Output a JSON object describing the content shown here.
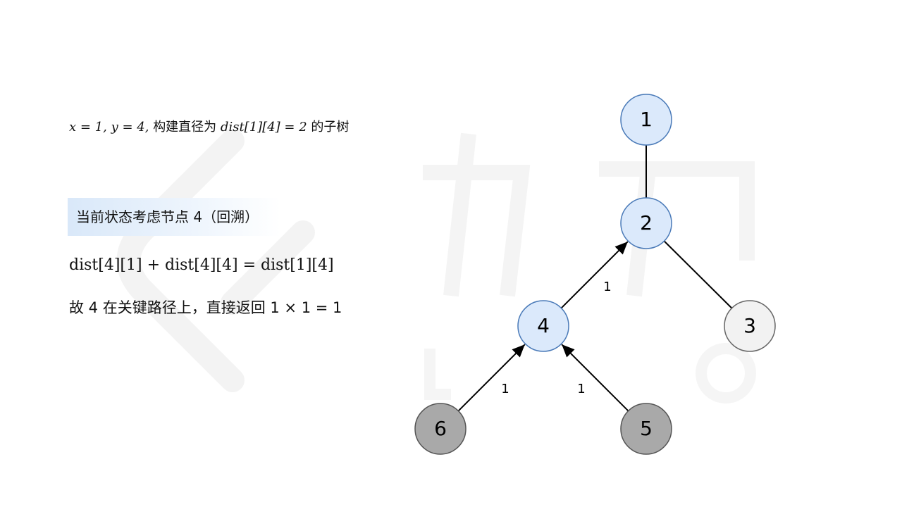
{
  "description_line": {
    "math": "x = 1, y = 4,",
    "text_a": "构建直径为",
    "math_b": "dist[1][4] = 2",
    "text_b": "的子树"
  },
  "state_label": "当前状态考虑节点 4（回溯）",
  "formula": "dist[4][1] + dist[4][4] = dist[1][4]",
  "result": "故 4 在关键路径上，直接返回 1 × 1 = 1",
  "colors": {
    "active_fill": "#dbe9fb",
    "active_stroke": "#4a7ab8",
    "default_fill": "#f2f2f2",
    "default_stroke": "#666666",
    "visited_fill": "#a9a9a9",
    "visited_stroke": "#555555"
  },
  "tree": {
    "nodes": [
      {
        "id": "1",
        "label": "1",
        "state": "active"
      },
      {
        "id": "2",
        "label": "2",
        "state": "active"
      },
      {
        "id": "3",
        "label": "3",
        "state": "default"
      },
      {
        "id": "4",
        "label": "4",
        "state": "active"
      },
      {
        "id": "5",
        "label": "5",
        "state": "visited"
      },
      {
        "id": "6",
        "label": "6",
        "state": "visited"
      }
    ],
    "edges": [
      {
        "from": "2",
        "to": "1",
        "label": "",
        "arrow": false
      },
      {
        "from": "2",
        "to": "3",
        "label": "",
        "arrow": false
      },
      {
        "from": "4",
        "to": "2",
        "label": "1",
        "arrow": true
      },
      {
        "from": "6",
        "to": "4",
        "label": "1",
        "arrow": true
      },
      {
        "from": "5",
        "to": "4",
        "label": "1",
        "arrow": true
      }
    ]
  }
}
